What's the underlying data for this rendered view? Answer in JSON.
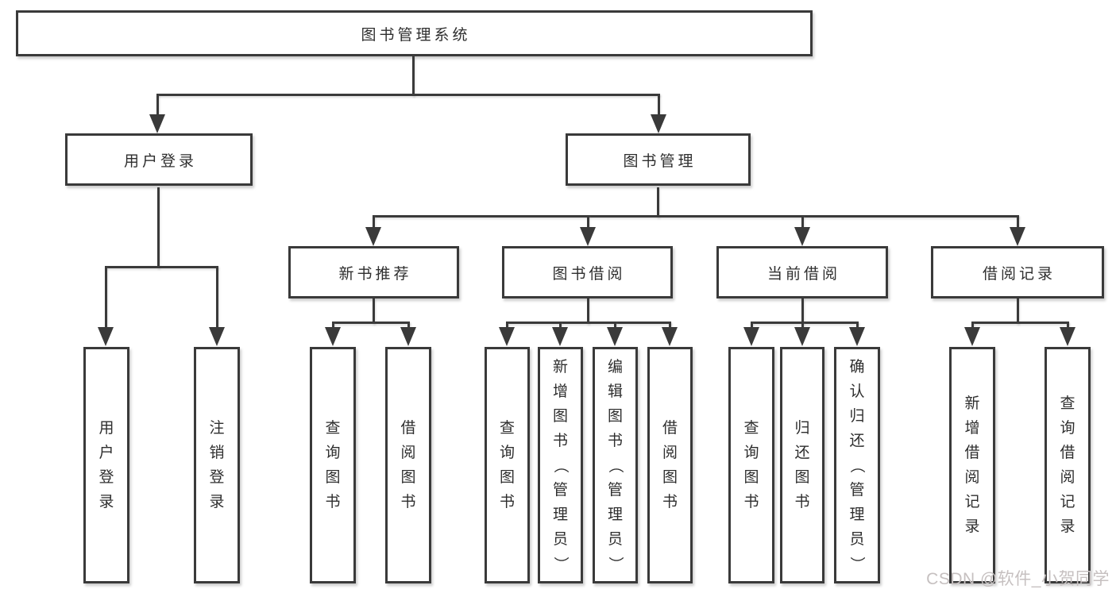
{
  "nodes": {
    "root": "图书管理系统",
    "level2": [
      "用户登录",
      "图书管理"
    ],
    "level3": [
      "新书推荐",
      "图书借阅",
      "当前借阅",
      "借阅记录"
    ],
    "leaves": [
      "用户登录",
      "注销登录",
      "查询图书",
      "借阅图书",
      "查询图书",
      "新增图书（管理员）",
      "编辑图书（管理员）",
      "借阅图书",
      "查询图书",
      "归还图书",
      "确认归还（管理员）",
      "新增借阅记录",
      "查询借阅记录"
    ]
  },
  "watermark": "CSDN @软件_小贺同学",
  "colors": {
    "line": "#3a3a3a",
    "text": "#2e2e2e",
    "background": "#ffffff",
    "watermark": "#c6c0c0"
  }
}
